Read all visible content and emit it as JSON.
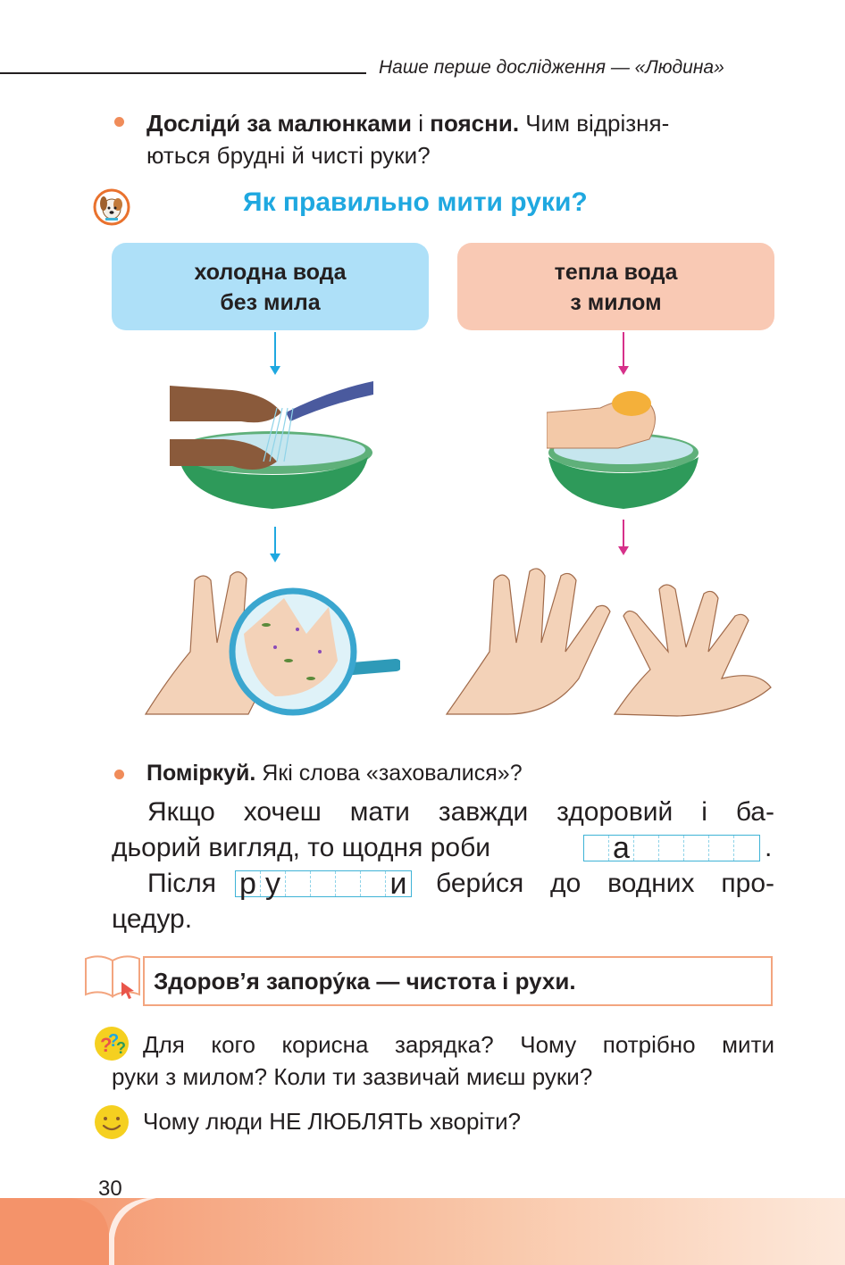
{
  "header": {
    "running_title": "Наше перше дослідження — «Людина»"
  },
  "task1": {
    "bold1": "Досліди́ за малюнками",
    "conj": " і ",
    "bold2": "поясни.",
    "rest_line1": " Чим відрізня-",
    "line2": "ються брудні й чисті руки?"
  },
  "section_title": "Як правильно мити руки?",
  "cards": {
    "left": {
      "line1": "холодна вода",
      "line2": "без мила"
    },
    "right": {
      "line1": "тепла вода",
      "line2": "з милом"
    }
  },
  "colors": {
    "accent_blue": "#1fa8e0",
    "accent_orange": "#f08c5a",
    "card_blue": "#aee0f8",
    "card_pink": "#f9c9b4",
    "arrow_pink": "#d6318a"
  },
  "task2": {
    "bold": "Поміркуй.",
    "rest": " Які слова «заховалися»?",
    "p1_line1": "Якщо хочеш мати завжди здоровий і ба-",
    "p1_line2_start": "дьорий вигляд, то щодня роби",
    "p1_line2_end": ".",
    "p2_line1_start": "Після",
    "p2_line1_end": "бери́ся до водних про-",
    "p2_line2": "цедур.",
    "word1_cells": [
      "",
      "а",
      "",
      "",
      "",
      "",
      ""
    ],
    "word2_cells": [
      "р",
      "у",
      "",
      "",
      "",
      "",
      "и"
    ]
  },
  "motto": "Здоров’я запору́ка — чистота і рухи.",
  "questions": {
    "q1_line1": "Для кого корисна зарядка? Чому потрібно мити",
    "q1_line2": "руки з милом? Коли ти зазвичай миєш руки?",
    "q2_start": "Чому люди ",
    "q2_caps": "НЕ ЛЮБЛЯТЬ",
    "q2_end": " хворіти?",
    "icon_q1": "question-marks-icon",
    "icon_q2": "smiley-icon"
  },
  "page_number": "30"
}
